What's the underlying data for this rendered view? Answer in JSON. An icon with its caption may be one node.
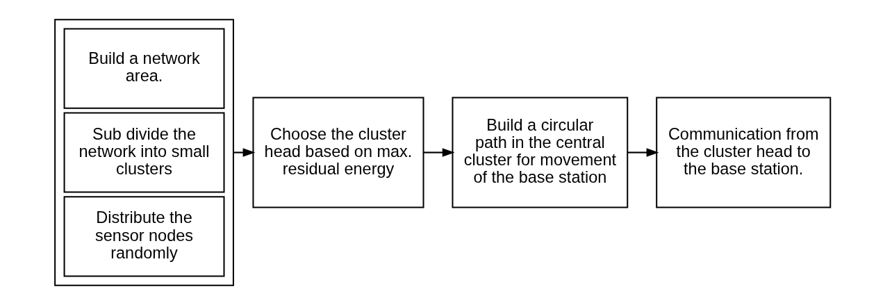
{
  "diagram": {
    "nodes": [
      {
        "text": [],
        "shape": "box"
      },
      {
        "text": [
          "Build a network area."
        ],
        "in": 0
      },
      {
        "text": [
          "Sub divide the network into small clusters"
        ],
        "in": 0
      },
      {
        "text": [
          "Distribute the sensor nodes randomly"
        ],
        "in": 0
      },
      {
        "text": [
          "Choose the cluster head based on max. residual energy"
        ]
      },
      {
        "text": [
          "Build a circular path in the central cluster for movement of the base station"
        ]
      },
      {
        "text": [
          "Communication from the cluster head to the base station."
        ]
      }
    ],
    "edges": [
      {
        "from": 0,
        "to": 4,
        "arrow": "to"
      },
      {
        "from": 4,
        "to": 5,
        "arrow": "to"
      },
      {
        "from": 5,
        "to": 6,
        "arrow": "to"
      }
    ]
  }
}
